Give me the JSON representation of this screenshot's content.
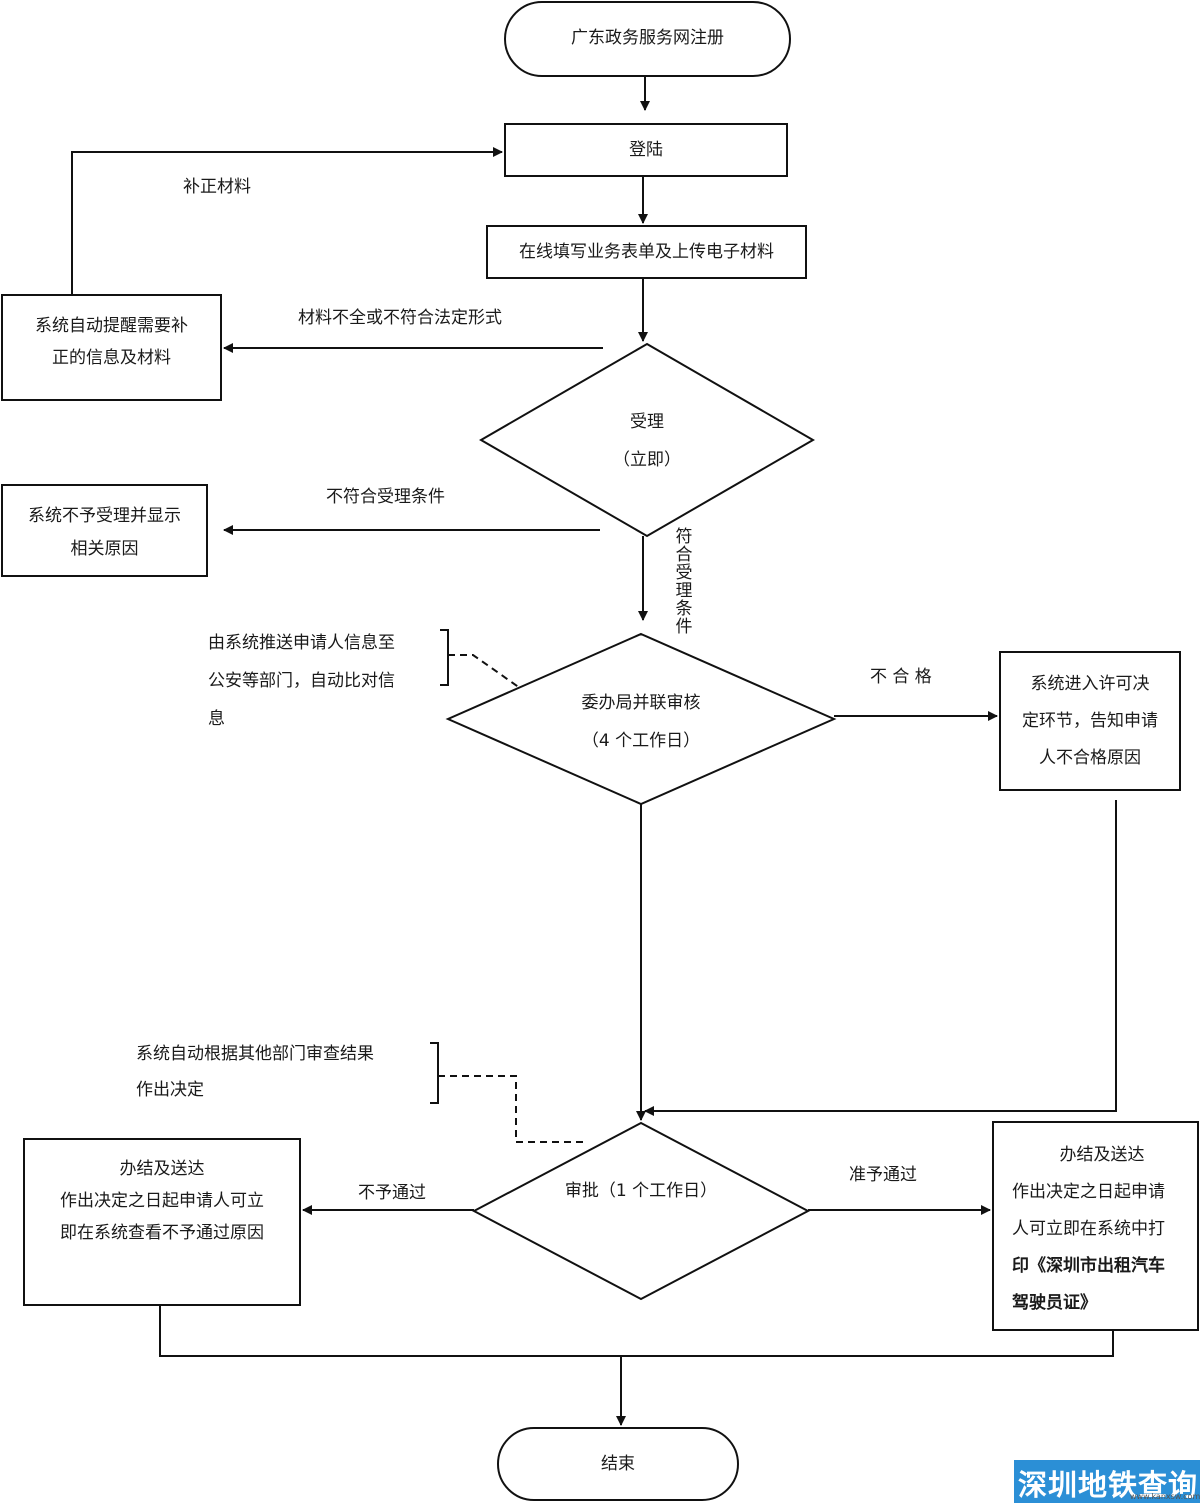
{
  "nodes": {
    "register": "广东政务服务网注册",
    "login": "登陆",
    "fill_form": "在线填写业务表单及上传电子材料",
    "remind": [
      "系统自动提醒需要补",
      "正的信息及材料"
    ],
    "accept": [
      "受理",
      "（立即）"
    ],
    "reject": [
      "系统不予受理并显示",
      "相关原因"
    ],
    "joint_review": [
      "委办局并联审核",
      "（4 个工作日）"
    ],
    "fail_notice": [
      "系统进入许可决",
      "定环节，告知申请",
      "人不合格原因"
    ],
    "approval": "审批（1 个工作日）",
    "denied_result": [
      "办结及送达",
      "作出决定之日起申请人可立",
      "即在系统查看不予通过原因"
    ],
    "granted_result": [
      "办结及送达",
      "作出决定之日起申请",
      "人可立即在系统中打",
      "印《深圳市出租汽车",
      "驾驶员证》"
    ],
    "end": "结束"
  },
  "edges": {
    "supplement": "补正材料",
    "incomplete": "材料不全或不符合法定形式",
    "not_eligible": "不符合受理条件",
    "eligible": [
      "符",
      "合",
      "受",
      "理",
      "条",
      "件"
    ],
    "unqualified": "不 合 格",
    "not_passed": "不予通过",
    "passed": "准予通过"
  },
  "notes": {
    "push_info": [
      "由系统推送申请人信息至",
      "公安等部门，自动比对信",
      "息"
    ],
    "auto_decide": [
      "系统自动根据其他部门审查结果",
      "作出决定"
    ]
  },
  "watermark": {
    "title": "深圳地铁查询",
    "url": "www.kanxsw.com",
    "color": "#2b8fd6"
  }
}
